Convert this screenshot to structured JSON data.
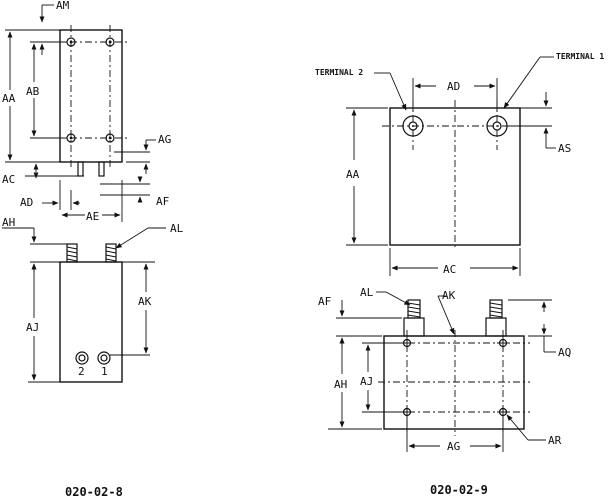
{
  "figure_left": {
    "caption": "020-02-8",
    "labels": {
      "AM": "AM",
      "AA": "AA",
      "AB": "AB",
      "AG": "AG",
      "AC": "AC",
      "AD": "AD",
      "AF": "AF",
      "AE": "AE",
      "AH": "AH",
      "AL": "AL",
      "AK": "AK",
      "AJ": "AJ",
      "t2": "2",
      "t1": "1"
    }
  },
  "figure_right": {
    "caption": "020-02-9",
    "labels": {
      "terminal2": "TERMINAL 2",
      "terminal1": "TERMINAL 1",
      "AD": "AD",
      "AA": "AA",
      "AS": "AS",
      "AC": "AC",
      "AF": "AF",
      "AL": "AL",
      "AK": "AK",
      "AQ": "AQ",
      "AH": "AH",
      "AJ": "AJ",
      "AG": "AG",
      "AR": "AR"
    }
  }
}
